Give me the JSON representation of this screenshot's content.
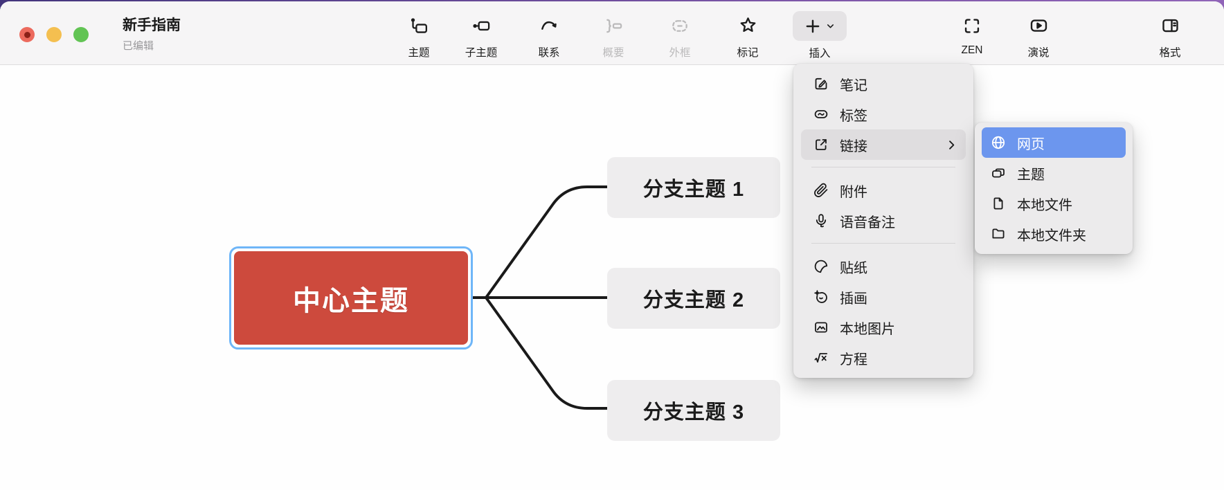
{
  "window": {
    "title": "新手指南",
    "state": "已编辑"
  },
  "toolbar": {
    "items": [
      {
        "label": "主题",
        "icon": "topic-icon",
        "enabled": true
      },
      {
        "label": "子主题",
        "icon": "subtopic-icon",
        "enabled": true
      },
      {
        "label": "联系",
        "icon": "relationship-icon",
        "enabled": true
      },
      {
        "label": "概要",
        "icon": "summary-icon",
        "enabled": false
      },
      {
        "label": "外框",
        "icon": "boundary-icon",
        "enabled": false
      },
      {
        "label": "标记",
        "icon": "marker-icon",
        "enabled": true
      },
      {
        "label": "插入",
        "icon": "plus-icon",
        "enabled": true,
        "state": "open"
      },
      {
        "label": "ZEN",
        "icon": "zen-icon",
        "enabled": true
      },
      {
        "label": "演说",
        "icon": "presentation-icon",
        "enabled": true
      },
      {
        "label": "格式",
        "icon": "format-icon",
        "enabled": true
      }
    ]
  },
  "mindmap": {
    "central": {
      "label": "中心主题",
      "selected": true
    },
    "branches": [
      {
        "label": "分支主题 1"
      },
      {
        "label": "分支主题 2"
      },
      {
        "label": "分支主题 3"
      }
    ]
  },
  "insert_menu": {
    "items": [
      {
        "label": "笔记",
        "icon": "note-icon"
      },
      {
        "label": "标签",
        "icon": "tag-icon"
      },
      {
        "label": "链接",
        "icon": "link-icon",
        "state": "hover",
        "has_submenu": true
      },
      {
        "label": "附件",
        "icon": "paperclip-icon"
      },
      {
        "label": "语音备注",
        "icon": "microphone-icon"
      },
      {
        "label": "贴纸",
        "icon": "sticker-icon"
      },
      {
        "label": "插画",
        "icon": "illustration-icon"
      },
      {
        "label": "本地图片",
        "icon": "image-icon"
      },
      {
        "label": "方程",
        "icon": "equation-icon"
      }
    ]
  },
  "link_submenu": {
    "items": [
      {
        "label": "网页",
        "icon": "globe-icon",
        "selected": true
      },
      {
        "label": "主题",
        "icon": "linked-topic-icon",
        "selected": false
      },
      {
        "label": "本地文件",
        "icon": "file-icon",
        "selected": false
      },
      {
        "label": "本地文件夹",
        "icon": "folder-icon",
        "selected": false
      }
    ]
  },
  "colors": {
    "accent_blue": "#6C96EE",
    "selection_blue": "#6FB6F8",
    "central_red": "#CD4A3D",
    "traffic_red": "#EC6A5D",
    "traffic_yellow": "#F4BF50",
    "traffic_green": "#62C454"
  }
}
